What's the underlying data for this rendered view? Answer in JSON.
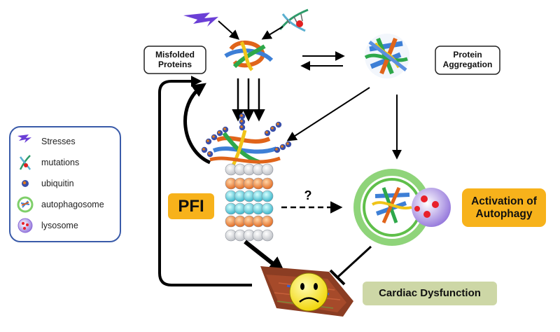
{
  "nodes": {
    "misfolded": "Misfolded\nProteins",
    "aggregation": "Protein\nAggregation",
    "pfi": "PFI",
    "autophagy": "Activation of\nAutophagy",
    "cardiac": "Cardiac Dysfunction",
    "question": "?"
  },
  "legend": [
    {
      "icon": "lightning-icon",
      "label": "Stresses"
    },
    {
      "icon": "dna-helix-icon",
      "label": "mutations"
    },
    {
      "icon": "ubiquitin-icon",
      "label": "ubiquitin"
    },
    {
      "icon": "autophagosome-icon",
      "label": "autophagosome"
    },
    {
      "icon": "lysosome-icon",
      "label": "lysosome"
    }
  ],
  "colors": {
    "pfi_box": "#f7b21b",
    "autophagy_box": "#f7b21b",
    "cardiac_box": "#cdd7a6",
    "legend_border": "#3a5ba9",
    "stress_purple": "#6b3fd6",
    "arrow": "#000000"
  }
}
